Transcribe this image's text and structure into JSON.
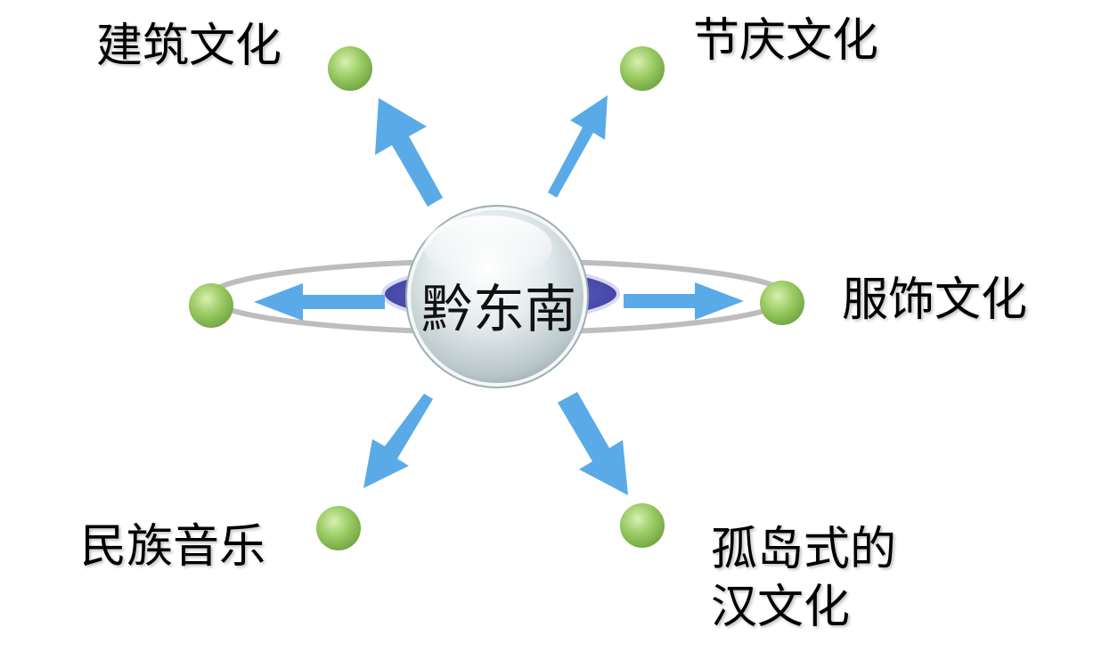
{
  "center": {
    "label": "黔东南"
  },
  "branches": [
    {
      "id": "architecture",
      "label": "建筑文化"
    },
    {
      "id": "festival",
      "label": "节庆文化"
    },
    {
      "id": "clothing",
      "label": "服饰文化"
    },
    {
      "id": "folk_music",
      "label": "民族音乐"
    },
    {
      "id": "han_culture_line1",
      "label": "孤岛式的"
    },
    {
      "id": "han_culture_line2",
      "label": "汉文化"
    }
  ],
  "colors": {
    "arrow": "#5aaae8",
    "node": "#9acb63",
    "orbit": "#bdbdbd",
    "sphere": "#d9e4e6"
  }
}
